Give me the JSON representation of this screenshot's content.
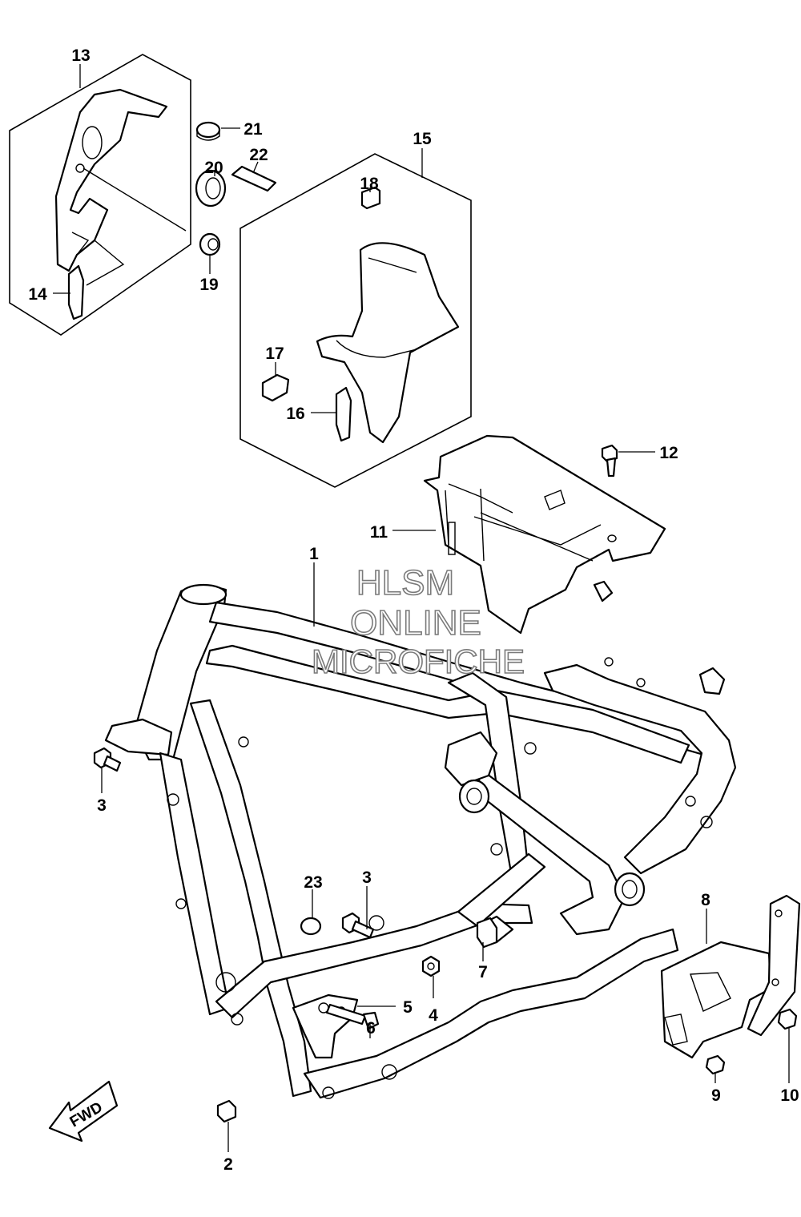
{
  "watermark": {
    "line1": "HLSM",
    "line2": "ONLINE",
    "line3": "MICROFICHE"
  },
  "direction_badge": "FWD",
  "callouts": {
    "c1": "1",
    "c2": "2",
    "c3a": "3",
    "c3b": "3",
    "c4": "4",
    "c5": "5",
    "c6": "6",
    "c7": "7",
    "c8": "8",
    "c9": "9",
    "c10": "10",
    "c11": "11",
    "c12": "12",
    "c13": "13",
    "c14": "14",
    "c15": "15",
    "c16": "16",
    "c17": "17",
    "c18": "18",
    "c19": "19",
    "c20": "20",
    "c21": "21",
    "c22": "22",
    "c23": "23"
  }
}
